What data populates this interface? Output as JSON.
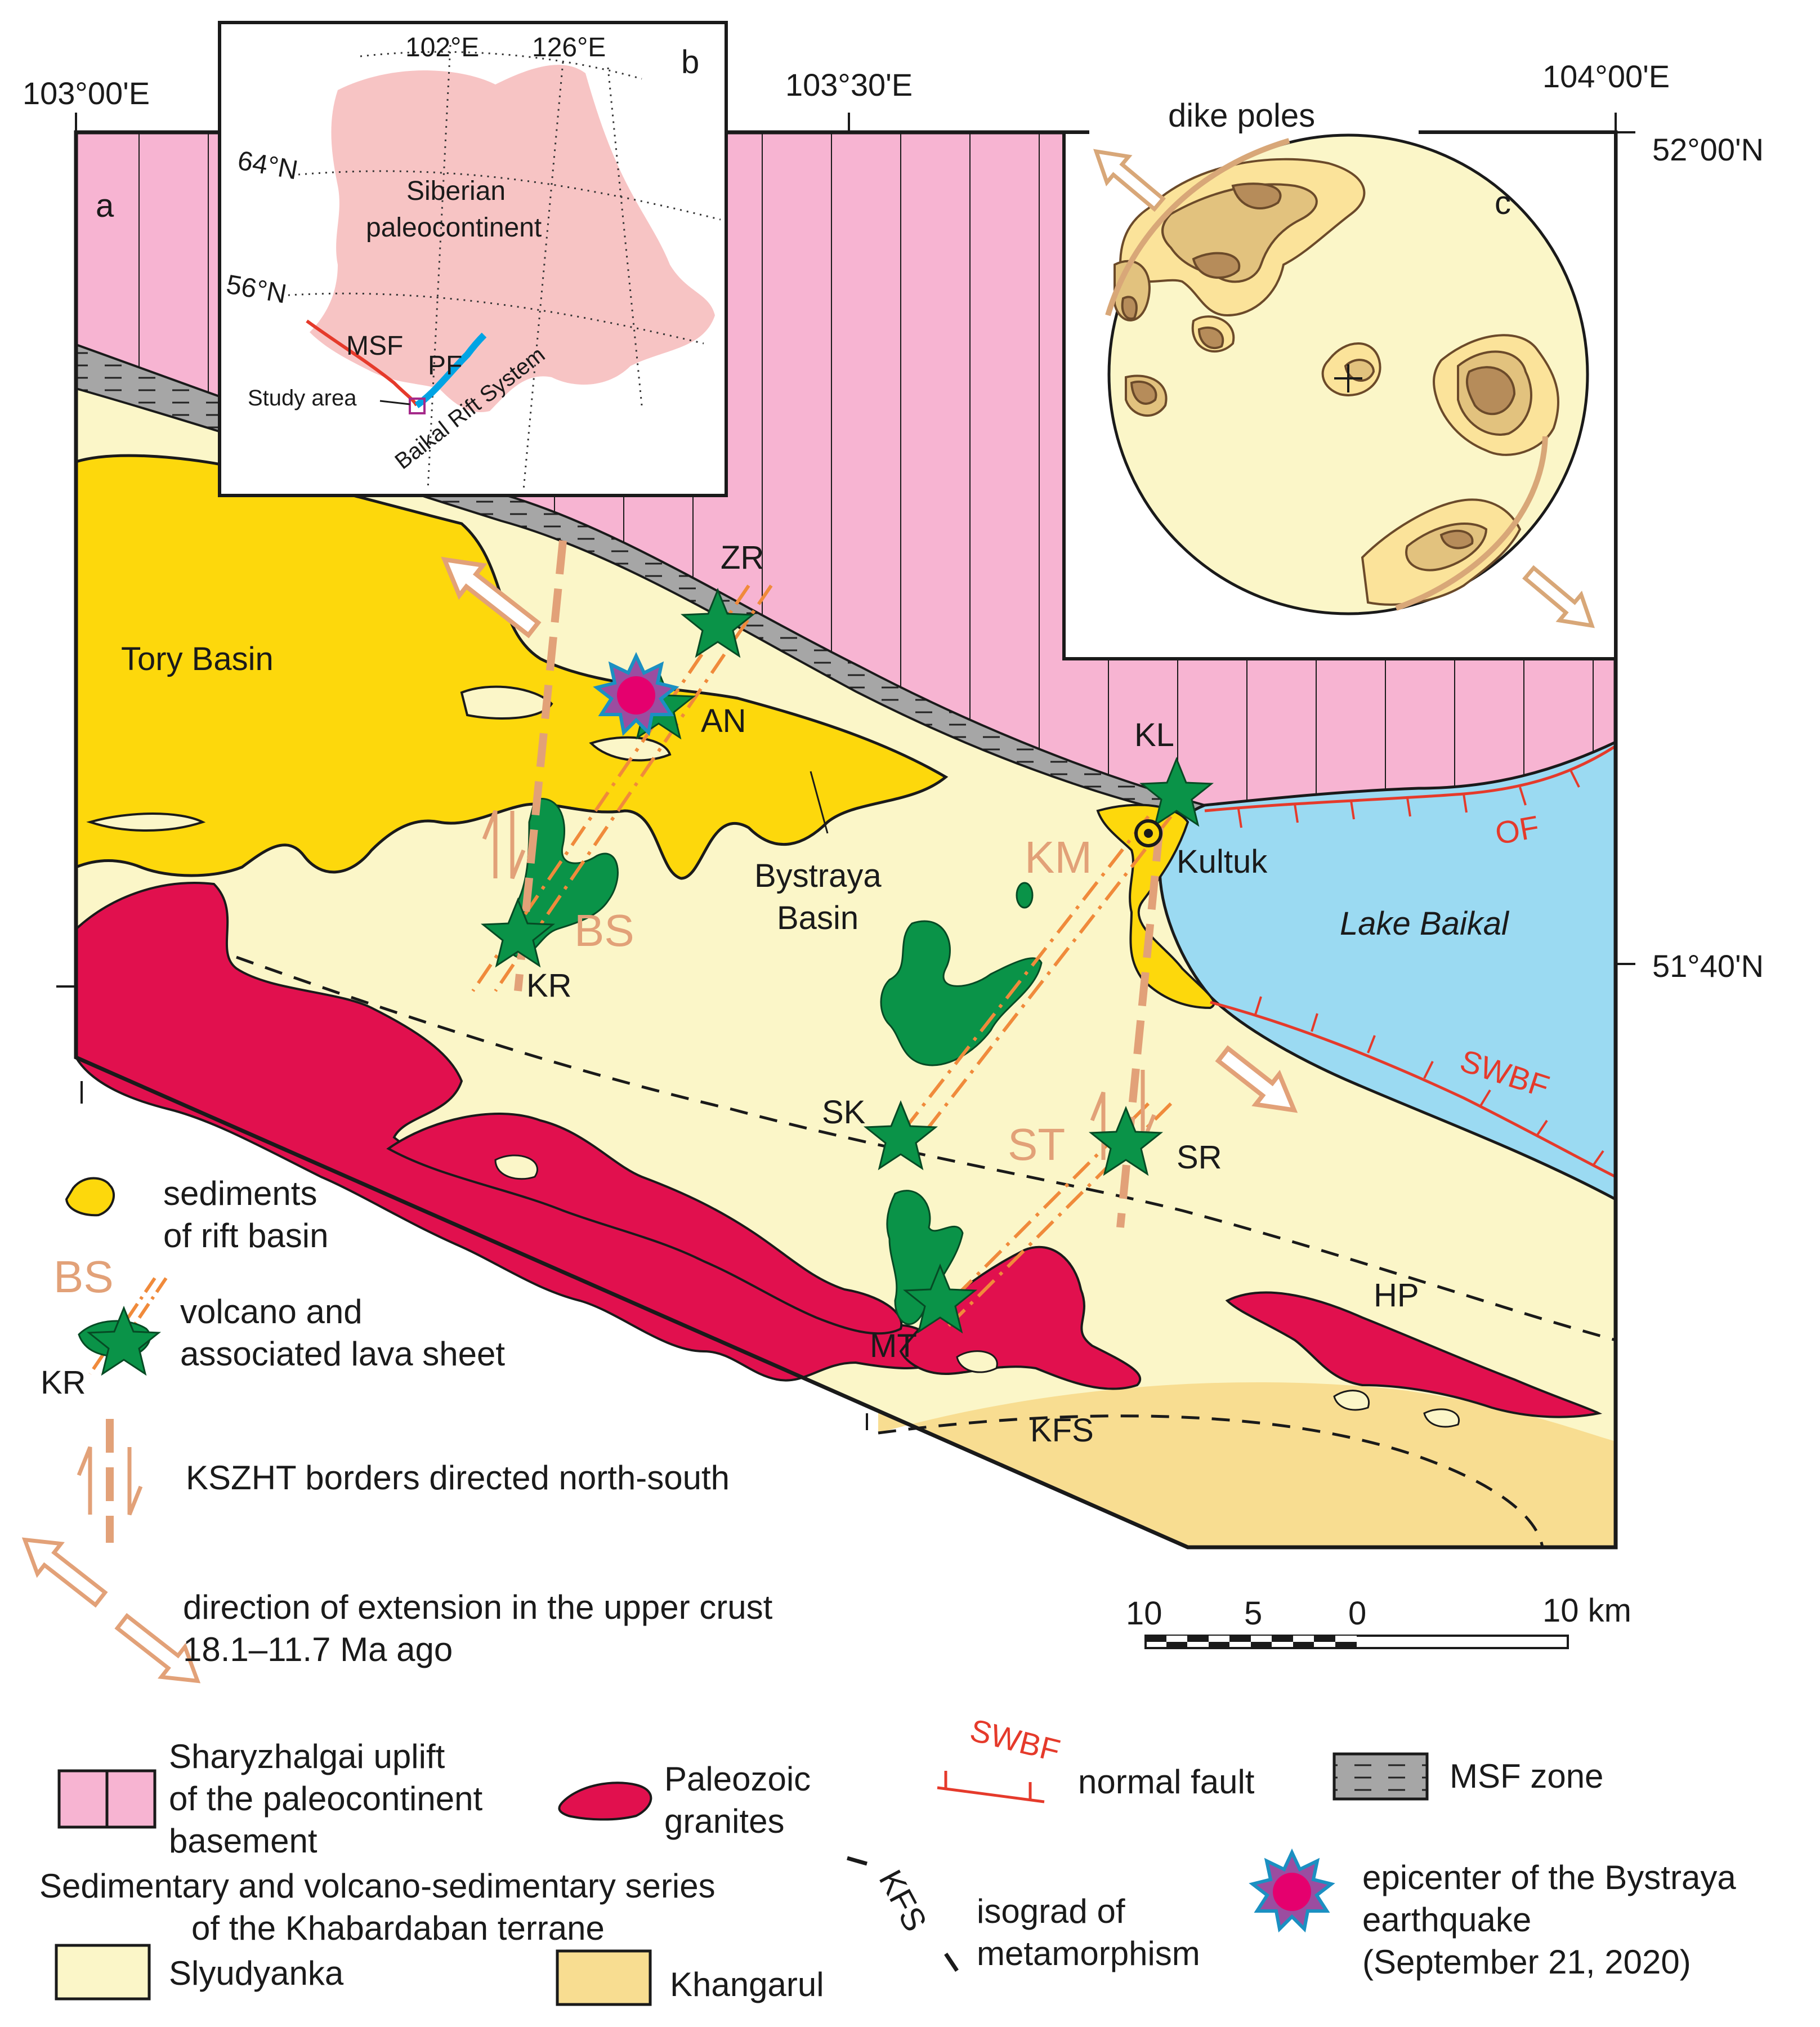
{
  "panels": {
    "a": "a",
    "b": "b",
    "c": "c"
  },
  "coords": {
    "lon_left": "103°00'E",
    "lon_mid": "103°30'E",
    "lon_right": "104°00'E",
    "lat_top": "52°00'N",
    "lat_mid": "51°40'N"
  },
  "map_labels": {
    "tory_basin": "Tory Basin",
    "bystraya_basin_1": "Bystraya",
    "bystraya_basin_2": "Basin",
    "lake_baikal": "Lake Baikal",
    "kultuk": "Kultuk",
    "hp": "HP",
    "kfs": "KFS",
    "of": "OF",
    "swbf": "SWBF",
    "bs": "BS",
    "km": "KM",
    "st": "ST"
  },
  "volcanoes": [
    "ZR",
    "AN",
    "KL",
    "KR",
    "SK",
    "SR",
    "MT"
  ],
  "inset_b": {
    "lon1": "102°E",
    "lon2": "126°E",
    "lat1": "64°N",
    "lat2": "56°N",
    "continent_1": "Siberian",
    "continent_2": "paleocontinent",
    "msf": "MSF",
    "pf": "PF",
    "study_area": "Study area",
    "rift": "Baikal Rift System"
  },
  "inset_c": {
    "title": "dike poles"
  },
  "scale_bar": {
    "t10": "10",
    "t5": "5",
    "t0": "0",
    "tkm": "10 km"
  },
  "legend": {
    "sediments_1": "sediments",
    "sediments_2": "of rift basin",
    "bs": "BS",
    "kr": "KR",
    "volcano_1": "volcano and",
    "volcano_2": "associated lava sheet",
    "kszht": "KSZHT borders directed north-south",
    "extension_1": "direction of extension in the upper crust",
    "extension_2": "18.1–11.7 Ma ago",
    "shary_1": "Sharyzhalgai uplift",
    "shary_2": "of the paleocontinent",
    "shary_3": "basement",
    "granites_1": "Paleozoic",
    "granites_2": "granites",
    "swbf": "SWBF",
    "normal_fault": "normal fault",
    "msf_zone": "MSF zone",
    "series_1": "Sedimentary and volcano-sedimentary series",
    "series_2": "of the Khabardaban terrane",
    "kfs": "KFS",
    "isograd_1": "isograd of",
    "isograd_2": "metamorphism",
    "epicenter_1": "epicenter of the Bystraya",
    "epicenter_2": "earthquake",
    "epicenter_3": "(September 21, 2020)",
    "slyudyanka": "Slyudyanka",
    "khangarul": "Khangarul"
  },
  "colors": {
    "basement_pink": "#f7b4d2",
    "slyudyanka": "#fbf6c8",
    "khangarul": "#f8dd91",
    "rift_sediments": "#fdd80c",
    "granite": "#e1104e",
    "lava": "#0a9348",
    "lake": "#9bdaf2",
    "fault_red": "#e53a2b",
    "dike_tan": "#e2a178",
    "msf_gray": "#a6a6a6",
    "continent": "#f7c4c4",
    "pf_blue": "#00a4e4"
  }
}
